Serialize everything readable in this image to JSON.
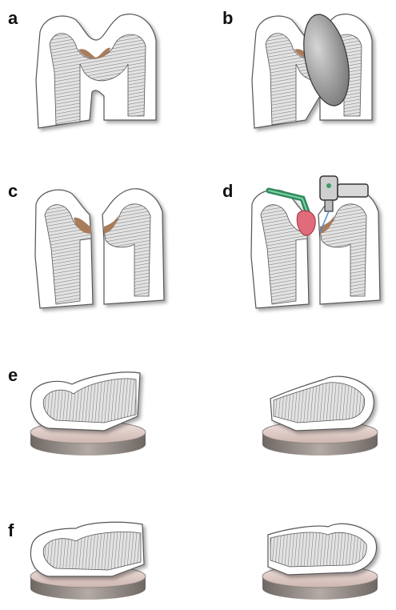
{
  "panels": [
    {
      "label": "a"
    },
    {
      "label": "b"
    },
    {
      "label": "c"
    },
    {
      "label": "d"
    },
    {
      "label": "e"
    },
    {
      "label": "f"
    }
  ],
  "colors": {
    "enamel": "#ffffff",
    "dentin_hatch": "#8a8a8a",
    "dentin_fill": "#d9d9d9",
    "pulp_brown": "#a97b5c",
    "disc": "#9a9a9a",
    "base_top": "#ead9d5",
    "base_side": "#8f8682",
    "handpiece_green": "#3a9a6a",
    "tissue_pink": "#e06b7a"
  }
}
